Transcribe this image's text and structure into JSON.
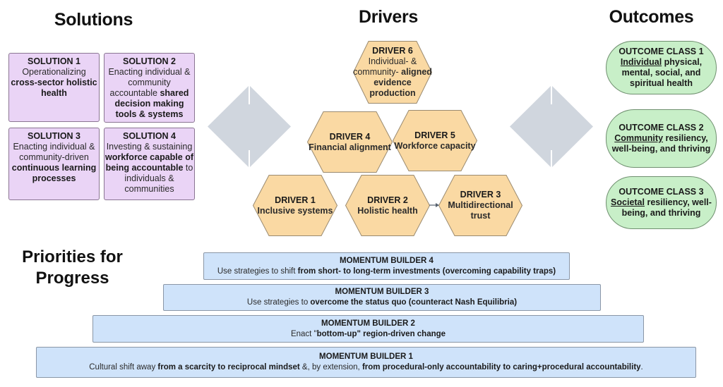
{
  "headings": {
    "solutions": "Solutions",
    "drivers": "Drivers",
    "outcomes": "Outcomes",
    "priorities_line1": "Priorities for",
    "priorities_line2": "Progress"
  },
  "solutions": [
    {
      "title": "SOLUTION 1",
      "parts": [
        {
          "text": "Operationalizing ",
          "bold": false
        },
        {
          "text": "cross-sector holistic health",
          "bold": true
        }
      ]
    },
    {
      "title": "SOLUTION 2",
      "parts": [
        {
          "text": "Enacting individual & community accountable ",
          "bold": false
        },
        {
          "text": "shared decision making tools & systems",
          "bold": true
        }
      ]
    },
    {
      "title": "SOLUTION 3",
      "parts": [
        {
          "text": "Enacting individual & community-driven ",
          "bold": false
        },
        {
          "text": "continuous learning processes",
          "bold": true
        }
      ]
    },
    {
      "title": "SOLUTION 4",
      "parts": [
        {
          "text": "Investing & sustaining ",
          "bold": false
        },
        {
          "text": "workforce capable of being accountable",
          "bold": true
        },
        {
          "text": " to individuals & communities",
          "bold": false
        }
      ]
    }
  ],
  "drivers": [
    {
      "title": "DRIVER 1",
      "parts": [
        {
          "text": "Inclusive systems",
          "bold": true
        }
      ]
    },
    {
      "title": "DRIVER 2",
      "parts": [
        {
          "text": "Holistic health",
          "bold": true
        }
      ]
    },
    {
      "title": "DRIVER 3",
      "parts": [
        {
          "text": "Multidirectional trust",
          "bold": true
        }
      ]
    },
    {
      "title": "DRIVER 4",
      "parts": [
        {
          "text": "Financial alignment",
          "bold": true
        }
      ]
    },
    {
      "title": "DRIVER 5",
      "parts": [
        {
          "text": "Workforce capacity",
          "bold": true
        }
      ]
    },
    {
      "title": "DRIVER 6",
      "parts": [
        {
          "text": "Individual- & community- ",
          "bold": false
        },
        {
          "text": "aligned evidence production",
          "bold": true
        }
      ]
    }
  ],
  "outcomes": [
    {
      "title": "OUTCOME CLASS 1",
      "underlined": "Individual",
      "rest": " physical, mental, social, and spiritual health"
    },
    {
      "title": "OUTCOME CLASS 2",
      "underlined": "Community",
      "rest": " resiliency, well-being, and thriving"
    },
    {
      "title": "OUTCOME CLASS 3",
      "underlined": "Societal",
      "rest": " resiliency, well-being, and thriving"
    }
  ],
  "momentum_builders": [
    {
      "title": "MOMENTUM BUILDER 4",
      "parts": [
        {
          "text": "Use strategies to shift ",
          "bold": false
        },
        {
          "text": "from short- to long-term investments (overcoming capability traps)",
          "bold": true
        }
      ]
    },
    {
      "title": "MOMENTUM BUILDER 3",
      "parts": [
        {
          "text": "Use strategies to ",
          "bold": false
        },
        {
          "text": "overcome the status quo (counteract Nash Equilibria)",
          "bold": true
        }
      ]
    },
    {
      "title": "MOMENTUM BUILDER 2",
      "parts": [
        {
          "text": "Enact \"",
          "bold": false
        },
        {
          "text": "bottom-up\" region-driven change",
          "bold": true
        }
      ]
    },
    {
      "title": "MOMENTUM BUILDER 1",
      "parts": [
        {
          "text": "Cultural shift away ",
          "bold": false
        },
        {
          "text": "from a scarcity to reciprocal mindset",
          "bold": true
        },
        {
          "text": " &, by extension, ",
          "bold": false
        },
        {
          "text": "from procedural-only accountability to caring+procedural accountability",
          "bold": true
        },
        {
          "text": ".",
          "bold": false
        }
      ]
    }
  ],
  "colors": {
    "solution_fill": "#ead4f6",
    "driver_fill": "#fad9a3",
    "outcome_fill": "#c8efc8",
    "momentum_fill": "#cfe3fa",
    "arrow_fill": "#d0d6de"
  }
}
